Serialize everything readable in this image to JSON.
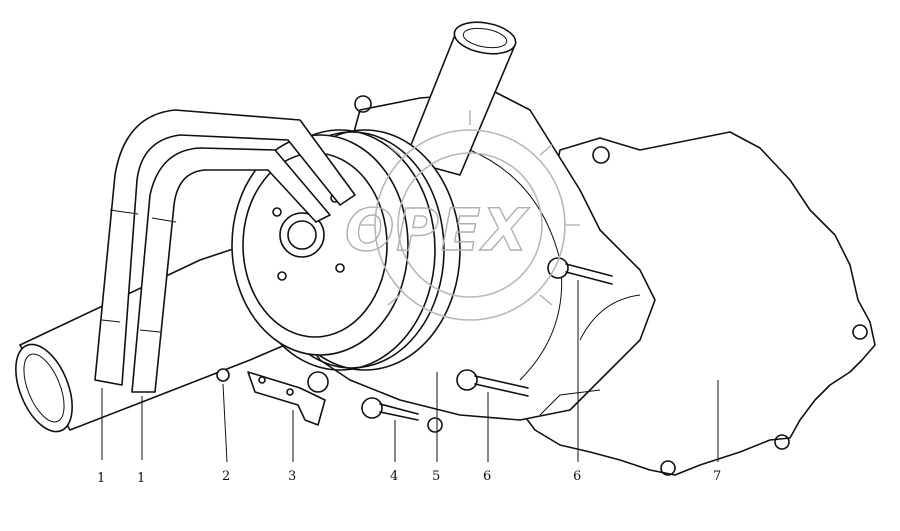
{
  "figure": {
    "callouts": [
      {
        "id": "c1a",
        "text": "1"
      },
      {
        "id": "c1b",
        "text": "1"
      },
      {
        "id": "c2",
        "text": "2"
      },
      {
        "id": "c3",
        "text": "3"
      },
      {
        "id": "c4",
        "text": "4"
      },
      {
        "id": "c5",
        "text": "5"
      },
      {
        "id": "c6a",
        "text": "6"
      },
      {
        "id": "c6b",
        "text": "6"
      },
      {
        "id": "c7",
        "text": "7"
      }
    ],
    "watermark": {
      "text": "OPEX"
    }
  }
}
